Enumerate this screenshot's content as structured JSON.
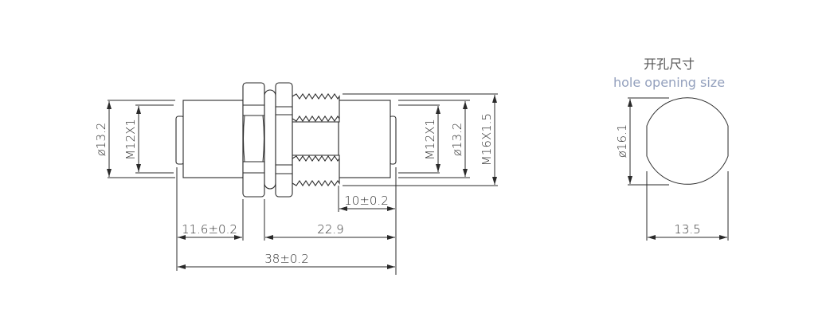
{
  "side_view": {
    "left_diameter": "ø13.2",
    "left_thread": "M12X1",
    "right_thread": "M12X1",
    "right_diameter": "ø13.2",
    "panel_thread": "M16X1.5",
    "thread_length": "10±0.2",
    "left_length": "11.6±0.2",
    "right_length": "22.9",
    "total_length": "38±0.2"
  },
  "hole": {
    "title_cn": "开孔尺寸",
    "title_en": "hole opening size",
    "diameter": "ø16.1",
    "flat_width": "13.5"
  },
  "colors": {
    "line": "#2a2a2a",
    "subtitle": "#93a0bd"
  }
}
